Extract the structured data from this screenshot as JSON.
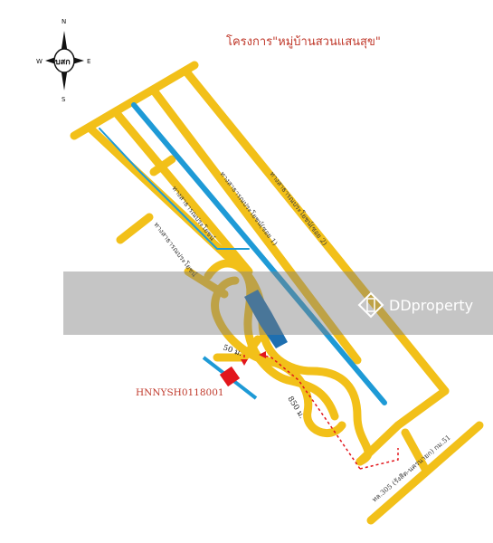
{
  "title": "โครงการ\"หมู่บ้านสวนแสนสุข\"",
  "compass": {
    "n": "N",
    "s": "S",
    "e": "E",
    "w": "W",
    "logo": "บสก"
  },
  "road_labels": {
    "road_1": "ทางสาธารณประโยชน์",
    "road_2": "ทางสาธารณประโยชน์",
    "road_3": "ทางสาธารณประโยชน์(ซอย 1)",
    "road_4": "ทางสาธารณประโยชน์(ซอย 2)",
    "highway": "ทล.305 (รังสิต-นครนายก) กม.51"
  },
  "distances": {
    "d50": "50 ม.",
    "d850": "850 ม."
  },
  "property_code": "HNNYSH0118001",
  "watermark": {
    "brand": "DDproperty"
  },
  "colors": {
    "road": "#f2c019",
    "canal": "#1e9ad6",
    "property": "#e2161c",
    "route": "#e2161c",
    "title": "#c0392b"
  }
}
